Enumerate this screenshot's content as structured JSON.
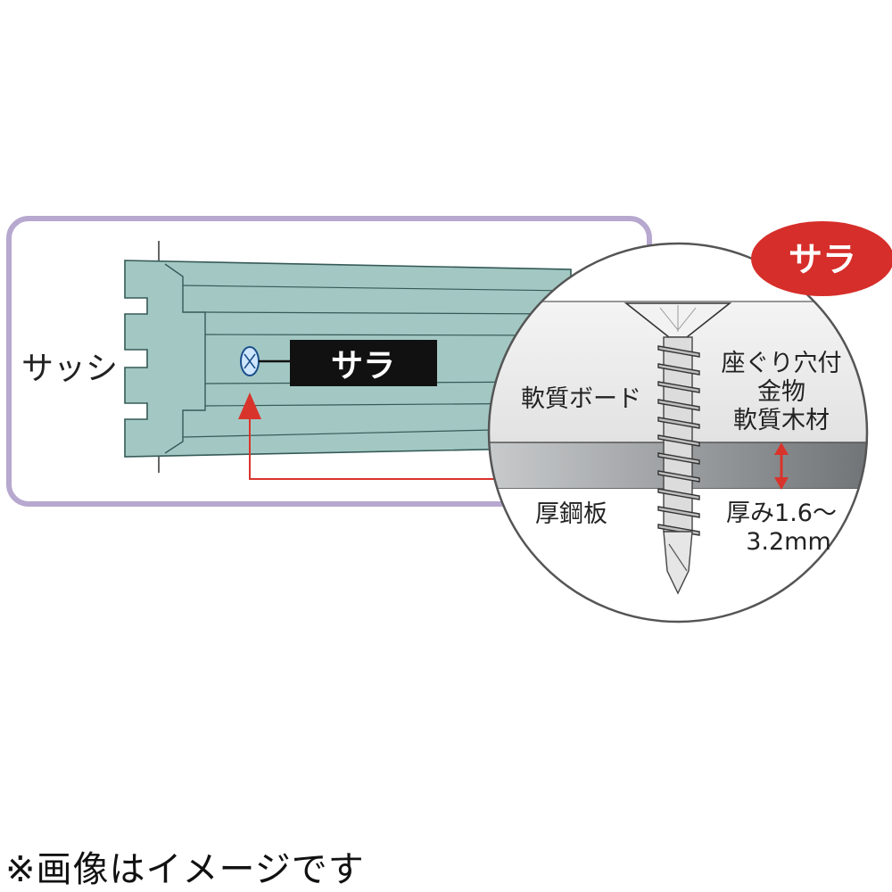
{
  "sash_label": "サッシ",
  "sash_tag": "サラ",
  "badge": "サラ",
  "soft_board": "軟質ボード",
  "right_notes": [
    "座ぐり穴付",
    "金物",
    "軟質木材"
  ],
  "steel_plate": "厚鋼板",
  "thickness": [
    "厚み1.6～",
    "3.2mm"
  ],
  "footer_note": "※画像はイメージです",
  "colors": {
    "frame": "#b7a8cf",
    "sash_fill": "#a3c8c4",
    "sash_stroke": "#355a57",
    "arrow": "#d9342b",
    "badge": "#d62e2a",
    "steel": "#9fa3a6",
    "board": "#ececec"
  }
}
